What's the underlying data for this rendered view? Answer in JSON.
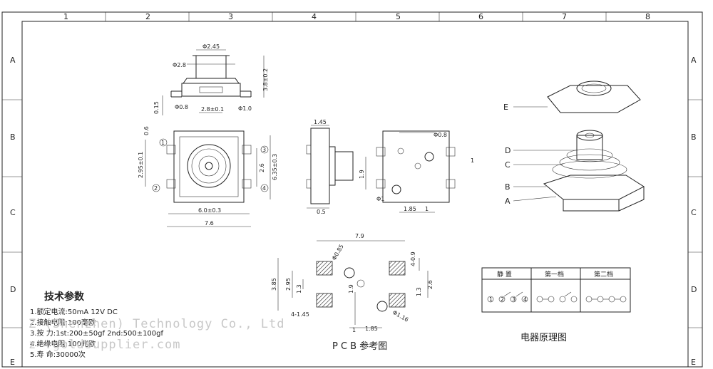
{
  "frame": {
    "columns": [
      "1",
      "2",
      "3",
      "4",
      "5",
      "6",
      "7",
      "8"
    ],
    "rows": [
      "A",
      "B",
      "C",
      "D",
      "E"
    ]
  },
  "top_view": {
    "dims": [
      "Φ2.45",
      "Φ2.8",
      "Φ0.8",
      "2.8±0.1",
      "Φ1.0",
      "0.15",
      "3.8±0.2"
    ]
  },
  "front_view": {
    "dims": [
      "0.6",
      "2.95±0.1",
      "6.35±0.3",
      "2.6",
      "6.0±0.3",
      "7.6"
    ],
    "pins": [
      "1",
      "2",
      "3",
      "4"
    ]
  },
  "side_view": {
    "dims": [
      "1.45",
      "0.5"
    ]
  },
  "bottom_view": {
    "dims": [
      "Φ0.8",
      "Φ1",
      "1.9",
      "1.85",
      "1",
      "1"
    ]
  },
  "pcb": {
    "dims": [
      "7.9",
      "Φ0.85",
      "4-0.9",
      "3.85",
      "2.95",
      "1.3",
      "1.9",
      "2.6",
      "4-1.45",
      "Φ1.16",
      "1",
      "1.85",
      "1.3"
    ],
    "caption": "P C B 参考图"
  },
  "exploded": {
    "labels": [
      "E",
      "D",
      "C",
      "B",
      "A"
    ]
  },
  "schematic": {
    "headers": [
      "静 置",
      "第一档",
      "第二档"
    ],
    "pin_labels": [
      "1",
      "2",
      "3",
      "4"
    ],
    "caption": "电器原理图"
  },
  "specs": {
    "title": "技术参数",
    "items": [
      "1.额定电流:50mA 12V DC",
      "2.接触电阻:100毫欧",
      "3.按    力:1st:200±50gf 2nd:500±100gf",
      "4.绝缘电阻:100兆欧",
      "5.寿    命:30000次"
    ]
  },
  "watermark": {
    "line1": "Z             (Shenzhen) Technology Co., Ltd",
    "line2": "z        .goldsupplier.com"
  }
}
